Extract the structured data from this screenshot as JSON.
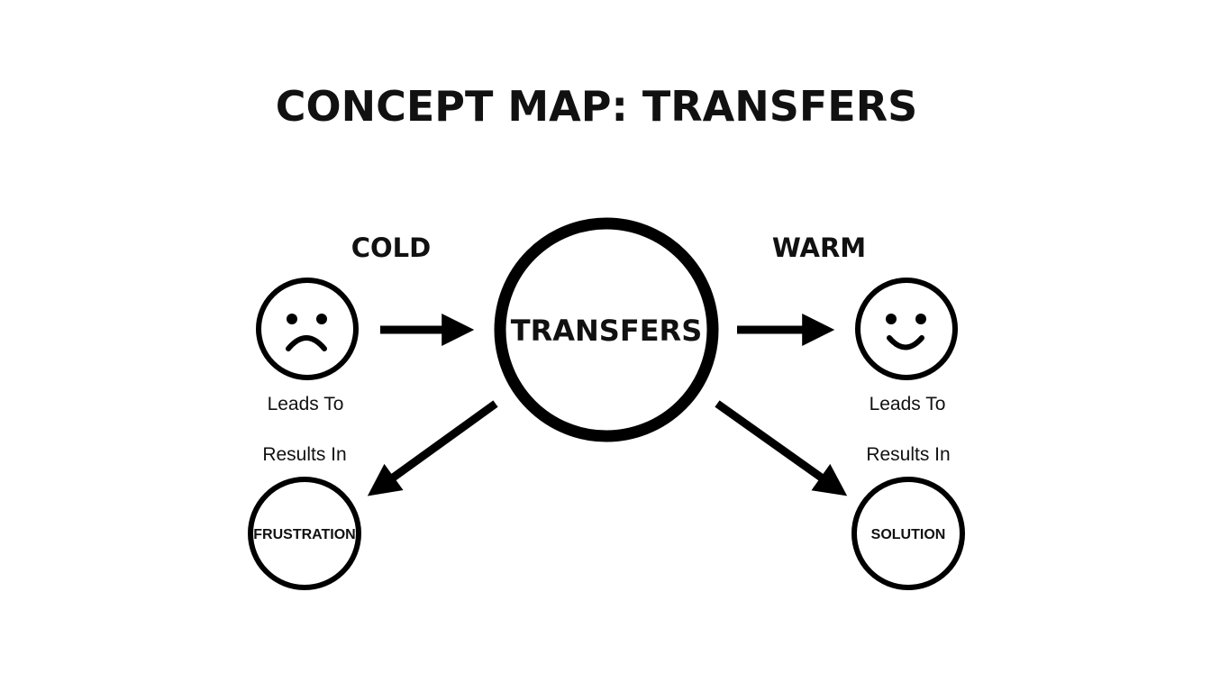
{
  "title": "CONCEPT MAP: TRANSFERS",
  "center": {
    "label": "TRANSFERS"
  },
  "left": {
    "heading": "COLD",
    "face": "sad-face-icon",
    "relation_1": "Leads To",
    "relation_2": "Results In",
    "outcome": "FRUSTRATION"
  },
  "right": {
    "heading": "WARM",
    "face": "happy-face-icon",
    "relation_1": "Leads To",
    "relation_2": "Results In",
    "outcome": "SOLUTION"
  },
  "colors": {
    "stroke": "#000000",
    "background": "#ffffff",
    "text": "#111111"
  }
}
